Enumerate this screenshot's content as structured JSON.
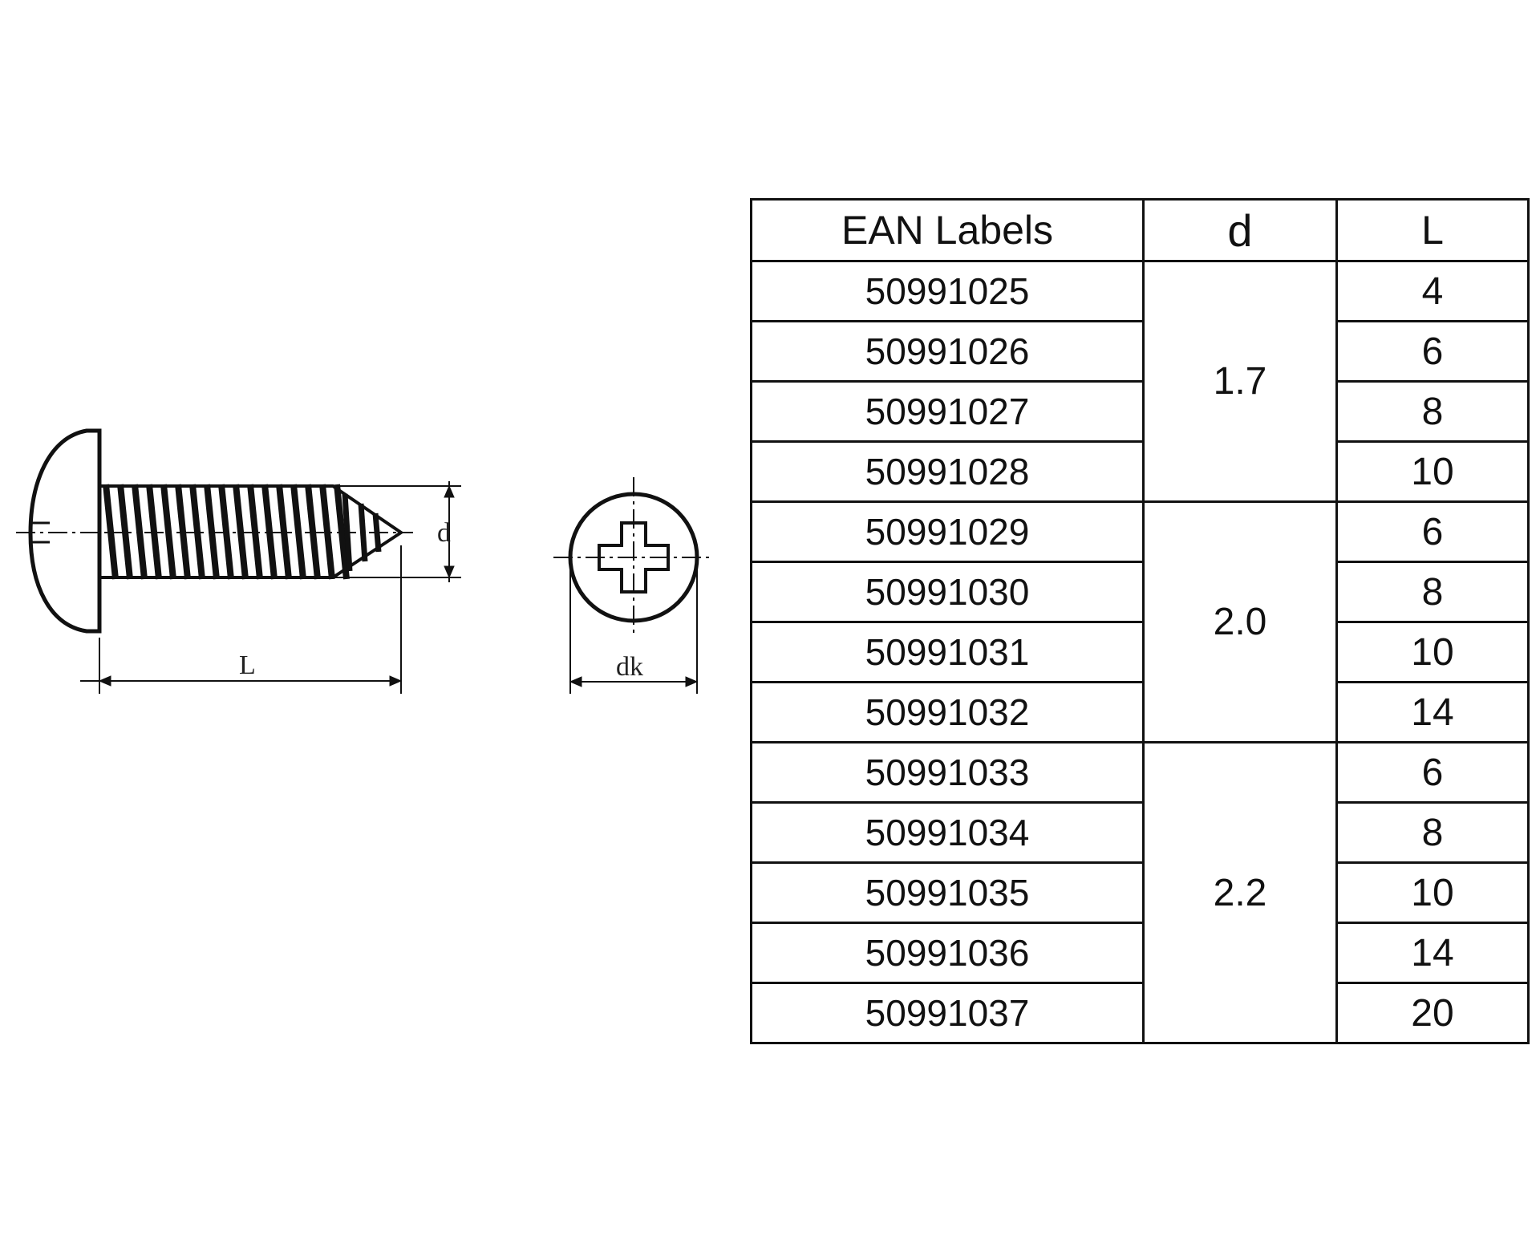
{
  "drawing": {
    "side_view": {
      "dim_length_label": "L",
      "dim_diameter_label": "d"
    },
    "head_view": {
      "dim_head_label": "dk"
    }
  },
  "table": {
    "headers": [
      "EAN Labels",
      "d",
      "L"
    ],
    "groups": [
      {
        "d": "1.7",
        "rows": [
          {
            "ean": "50991025",
            "L": "4"
          },
          {
            "ean": "50991026",
            "L": "6"
          },
          {
            "ean": "50991027",
            "L": "8"
          },
          {
            "ean": "50991028",
            "L": "10"
          }
        ]
      },
      {
        "d": "2.0",
        "rows": [
          {
            "ean": "50991029",
            "L": "6"
          },
          {
            "ean": "50991030",
            "L": "8"
          },
          {
            "ean": "50991031",
            "L": "10"
          },
          {
            "ean": "50991032",
            "L": "14"
          }
        ]
      },
      {
        "d": "2.2",
        "rows": [
          {
            "ean": "50991033",
            "L": "6"
          },
          {
            "ean": "50991034",
            "L": "8"
          },
          {
            "ean": "50991035",
            "L": "10"
          },
          {
            "ean": "50991036",
            "L": "14"
          },
          {
            "ean": "50991037",
            "L": "20"
          }
        ]
      }
    ]
  },
  "colors": {
    "line": "#111111",
    "background": "#ffffff"
  }
}
